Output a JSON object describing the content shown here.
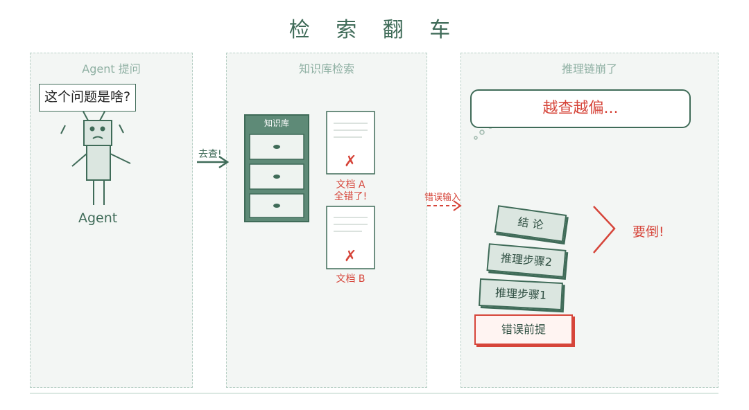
{
  "title": "检 索 翻 车",
  "panels": {
    "ask": {
      "label": "Agent 提问",
      "bubble": "这个问题是啥?",
      "agent_label": "Agent"
    },
    "retrieve": {
      "label": "知识库检索",
      "kb_label": "知识库",
      "doc_a_label": "文档 A",
      "doc_a_note": "全错了!",
      "doc_b_label": "文档 B",
      "wrong_mark": "✗"
    },
    "reasoning": {
      "label": "推理链崩了",
      "bubble": "越查越偏...",
      "blocks": [
        "结 论",
        "推理步骤2",
        "推理步骤1",
        "错误前提"
      ],
      "fall_label": "要倒!"
    }
  },
  "arrows": {
    "go_check": "去查!",
    "wrong_input": "错误输入"
  },
  "colors": {
    "green": "#3f6b58",
    "red": "#d6453a",
    "panel_bg": "#f3f6f4",
    "dashed": "#b8d0c6"
  }
}
